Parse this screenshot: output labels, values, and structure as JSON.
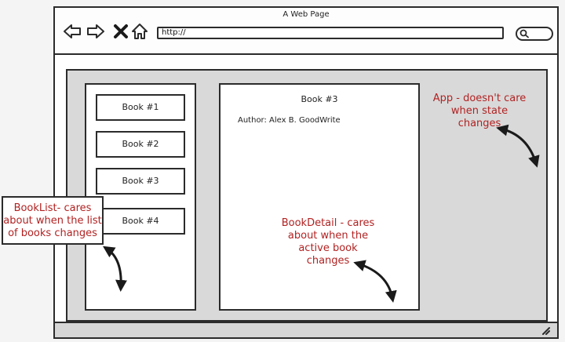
{
  "window": {
    "title": "A Web Page",
    "url": "http://"
  },
  "book_list": {
    "items": [
      "Book #1",
      "Book #2",
      "Book #3",
      "Book #4"
    ]
  },
  "book_detail": {
    "title": "Book #3",
    "author": "Author: Alex B. GoodWrite"
  },
  "annotations": {
    "app": [
      "App - doesn't care",
      "when state",
      "changes"
    ],
    "book_list": [
      "BookList- cares",
      "about when the list",
      "of books changes"
    ],
    "book_detail": [
      "BookDetail - cares",
      "about when the",
      "active book",
      "changes"
    ]
  },
  "colors": {
    "annotation": "#b22222",
    "content_background": "#d9d9d9",
    "outline": "#2b2b2b"
  },
  "icons": [
    "back-arrow-icon",
    "forward-arrow-icon",
    "close-x-icon",
    "home-icon",
    "search-icon"
  ]
}
